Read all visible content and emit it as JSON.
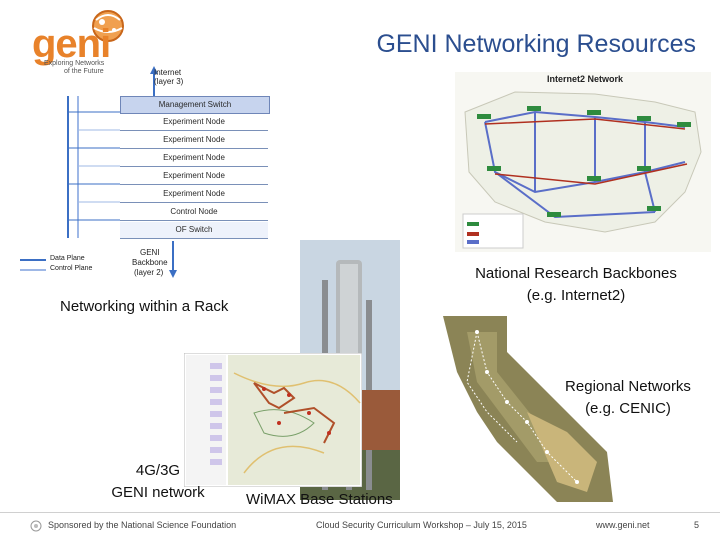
{
  "logo": {
    "wordmark": "geni",
    "tagline_line1": "Exploring Networks",
    "tagline_line2": "of the Future"
  },
  "slide": {
    "title": "GENI Networking Resources"
  },
  "rack": {
    "internet_label_line1": "Internet",
    "internet_label_line2": "(layer 3)",
    "rows": [
      "Management Switch",
      "Experiment Node",
      "Experiment Node",
      "Experiment Node",
      "Experiment Node",
      "Experiment Node",
      "Control Node",
      "OF Switch"
    ],
    "legend": [
      "Data Plane",
      "Control Plane"
    ],
    "backbone_line1": "GENI",
    "backbone_line2": "Backbone",
    "backbone_line3": "(layer 2)",
    "caption": "Networking within a Rack"
  },
  "internet2": {
    "map_title": "Internet2 Network",
    "caption_line1": "National Research Backbones",
    "caption_line2": "(e.g. Internet2)"
  },
  "regional": {
    "caption_line1": "Regional Networks",
    "caption_line2": "(e.g. CENIC)"
  },
  "wireless": {
    "g4_line1": "4G/3G",
    "g4_line2": "GENI network",
    "wimax_caption": "WiMAX Base Stations"
  },
  "footer": {
    "sponsor": "Sponsored by the National Science Foundation",
    "event": "Cloud Security Curriculum Workshop – July 15, 2015",
    "url": "www.geni.net",
    "page": "5"
  },
  "colors": {
    "title_blue": "#2b4e8f",
    "geni_orange": "#e8822a",
    "data_plane": "#3b6fc4",
    "control_plane": "#9fb8e6"
  }
}
